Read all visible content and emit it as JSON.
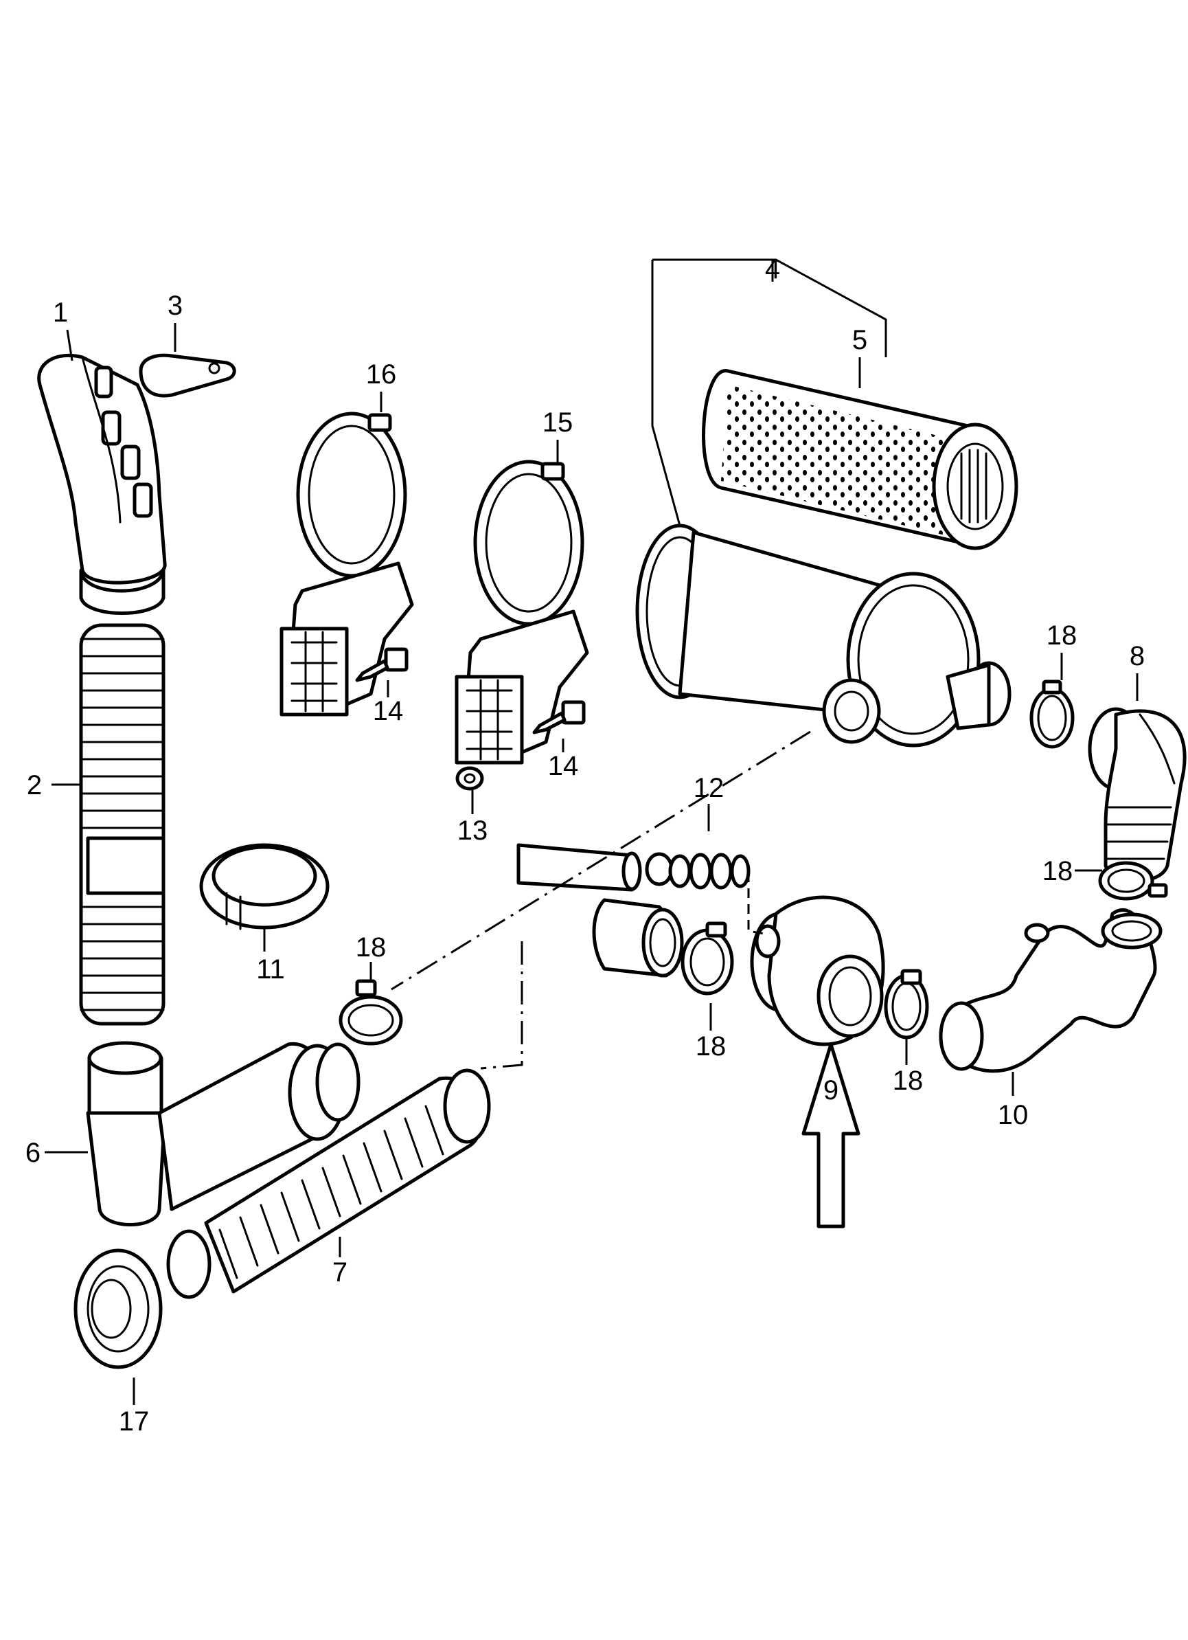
{
  "callouts": {
    "c1": "1",
    "c2": "2",
    "c3": "3",
    "c4": "4",
    "c5": "5",
    "c6": "6",
    "c7": "7",
    "c8": "8",
    "c9": "9",
    "c10": "10",
    "c11": "11",
    "c12": "12",
    "c13": "13",
    "c14a": "14",
    "c14b": "14",
    "c15": "15",
    "c16": "16",
    "c17": "17",
    "c18a": "18",
    "c18b": "18",
    "c18c": "18",
    "c18d": "18",
    "c18e": "18"
  },
  "colors": {
    "line": "#000000",
    "background": "#ffffff"
  },
  "icons": {
    "highlight": "up-arrow-outline-icon"
  }
}
